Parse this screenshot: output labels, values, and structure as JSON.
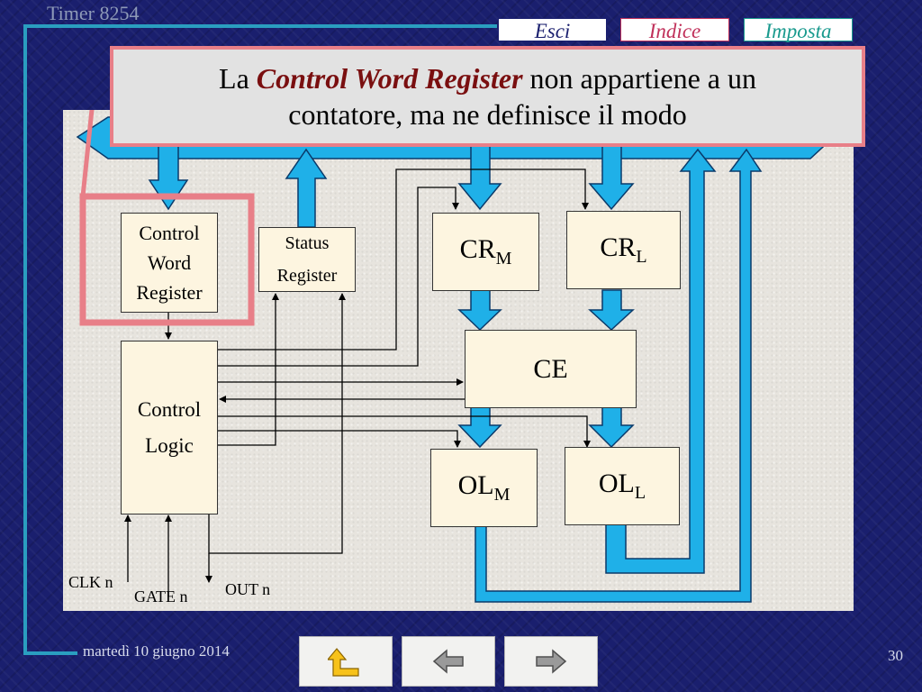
{
  "slide": {
    "title": "Timer 8254",
    "footer_date": "martedì 10 giugno 2014",
    "page_number": "30"
  },
  "top_nav": {
    "exit": "Esci",
    "index": "Indice",
    "settings": "Imposta"
  },
  "callout": {
    "line1_prefix": "La ",
    "line1_emphasis": "Control Word Register",
    "line1_suffix": " non appartiene a un",
    "line2": "contatore, ma ne definisce il modo"
  },
  "diagram": {
    "control_word_register": [
      "Control",
      "Word",
      "Register"
    ],
    "status_register": [
      "Status",
      "Register"
    ],
    "control_logic": [
      "Control",
      "Logic"
    ],
    "cr_m": {
      "main": "CR",
      "sub": "M"
    },
    "cr_l": {
      "main": "CR",
      "sub": "L"
    },
    "ce": "CE",
    "ol_m": {
      "main": "OL",
      "sub": "M"
    },
    "ol_l": {
      "main": "OL",
      "sub": "L"
    },
    "clk": "CLK n",
    "gate": "GATE n",
    "out": "OUT n"
  },
  "bottom_nav": {
    "buttons": [
      "home-arrow-icon",
      "back-arrow-icon",
      "forward-arrow-icon"
    ]
  },
  "colors": {
    "background": "#1a1f6e",
    "bus_blue": "#1fb0e8",
    "highlight": "#e87f88",
    "emphasis_text": "#7a0f10",
    "nav_exit": "#1a1f6e",
    "nav_index": "#c0305a",
    "nav_settings": "#1a9a8e"
  }
}
